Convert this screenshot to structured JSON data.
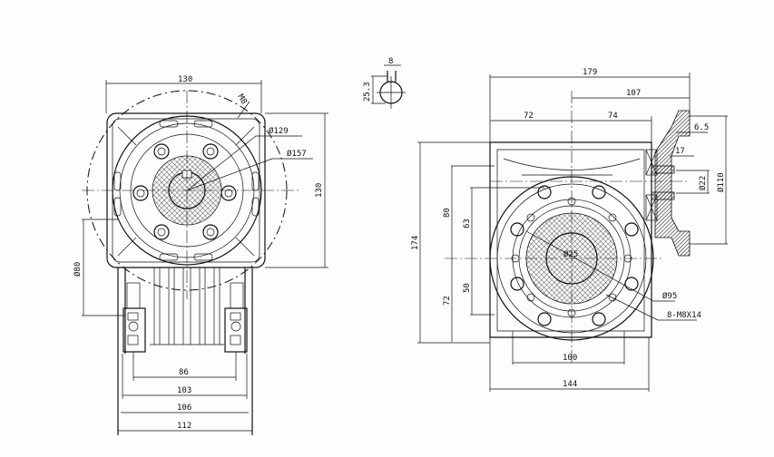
{
  "front_view": {
    "width_top": "130",
    "height_right": "130",
    "dia_outer_circle": "Ø157",
    "dia_bolt_circle": "Ø129",
    "thread_label": "M8",
    "dia_foot": "Ø80",
    "foot_86": "86",
    "foot_103": "103",
    "foot_106": "106",
    "foot_112": "112"
  },
  "key_detail": {
    "key_width": "8",
    "key_height": "25.3"
  },
  "side_view": {
    "overall_length": "179",
    "input_length": "107",
    "left_72": "72",
    "right_74": "74",
    "flange_6_5": "6.5",
    "spigot_17": "17",
    "dia_22": "Ø22",
    "dia_110": "Ø110",
    "overall_height": "174",
    "upper_80": "80",
    "upper_63": "63",
    "lower_72": "72",
    "lower_50": "50",
    "bore_dia": "Ø25",
    "pcd_95": "Ø95",
    "bolts": "8-M8X14",
    "base_100": "100",
    "base_144": "144"
  }
}
